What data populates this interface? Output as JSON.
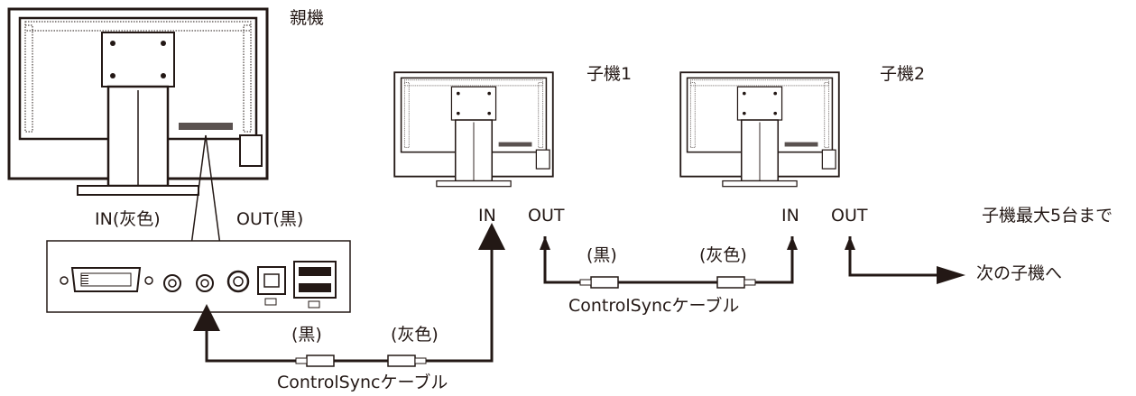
{
  "labels": {
    "parent": "親機",
    "child1": "子機1",
    "child2": "子機2",
    "max_note": "子機最大5台まで",
    "in_gray": "IN(灰色)",
    "out_black": "OUT(黒)",
    "child1_in": "IN",
    "child1_out": "OUT",
    "child2_in": "IN",
    "child2_out": "OUT",
    "cable1_black": "(黒)",
    "cable1_gray": "(灰色)",
    "cable1_name": "ControlSyncケーブル",
    "cable2_black": "(黒)",
    "cable2_gray": "(灰色)",
    "cable2_name": "ControlSyncケーブル",
    "next": "次の子機へ"
  },
  "colors": {
    "line": "#231815",
    "panel_fill": "#ffffff"
  },
  "icons": [
    "monitor-back-icon",
    "dvi-port-icon",
    "audio-jack-icon",
    "usb-port-icon",
    "arrow-icon",
    "cable-plug-icon"
  ]
}
